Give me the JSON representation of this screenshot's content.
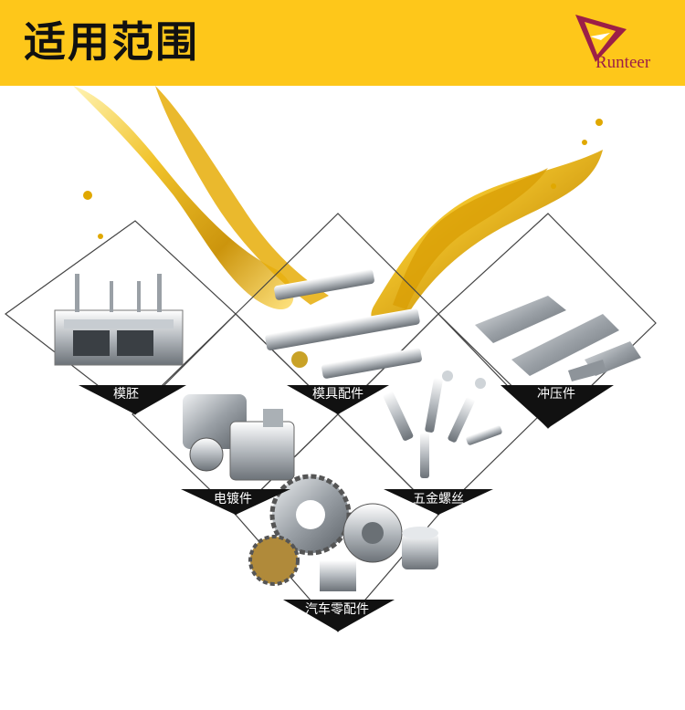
{
  "header": {
    "title": "适用范围"
  },
  "brand": {
    "name": "Runteer",
    "color": "#9c1f47"
  },
  "colors": {
    "banner": "#fec71a",
    "oil": "#e8b400",
    "label_bg": "#111111"
  },
  "categories": [
    {
      "label": "模胚",
      "icon": "mold-base-icon"
    },
    {
      "label": "模具配件",
      "icon": "mold-pin-icon"
    },
    {
      "label": "冲压件",
      "icon": "stamping-part-icon"
    },
    {
      "label": "电镀件",
      "icon": "plated-valve-icon"
    },
    {
      "label": "五金螺丝",
      "icon": "screw-icon"
    },
    {
      "label": "汽车零配件",
      "icon": "gear-icon"
    }
  ]
}
